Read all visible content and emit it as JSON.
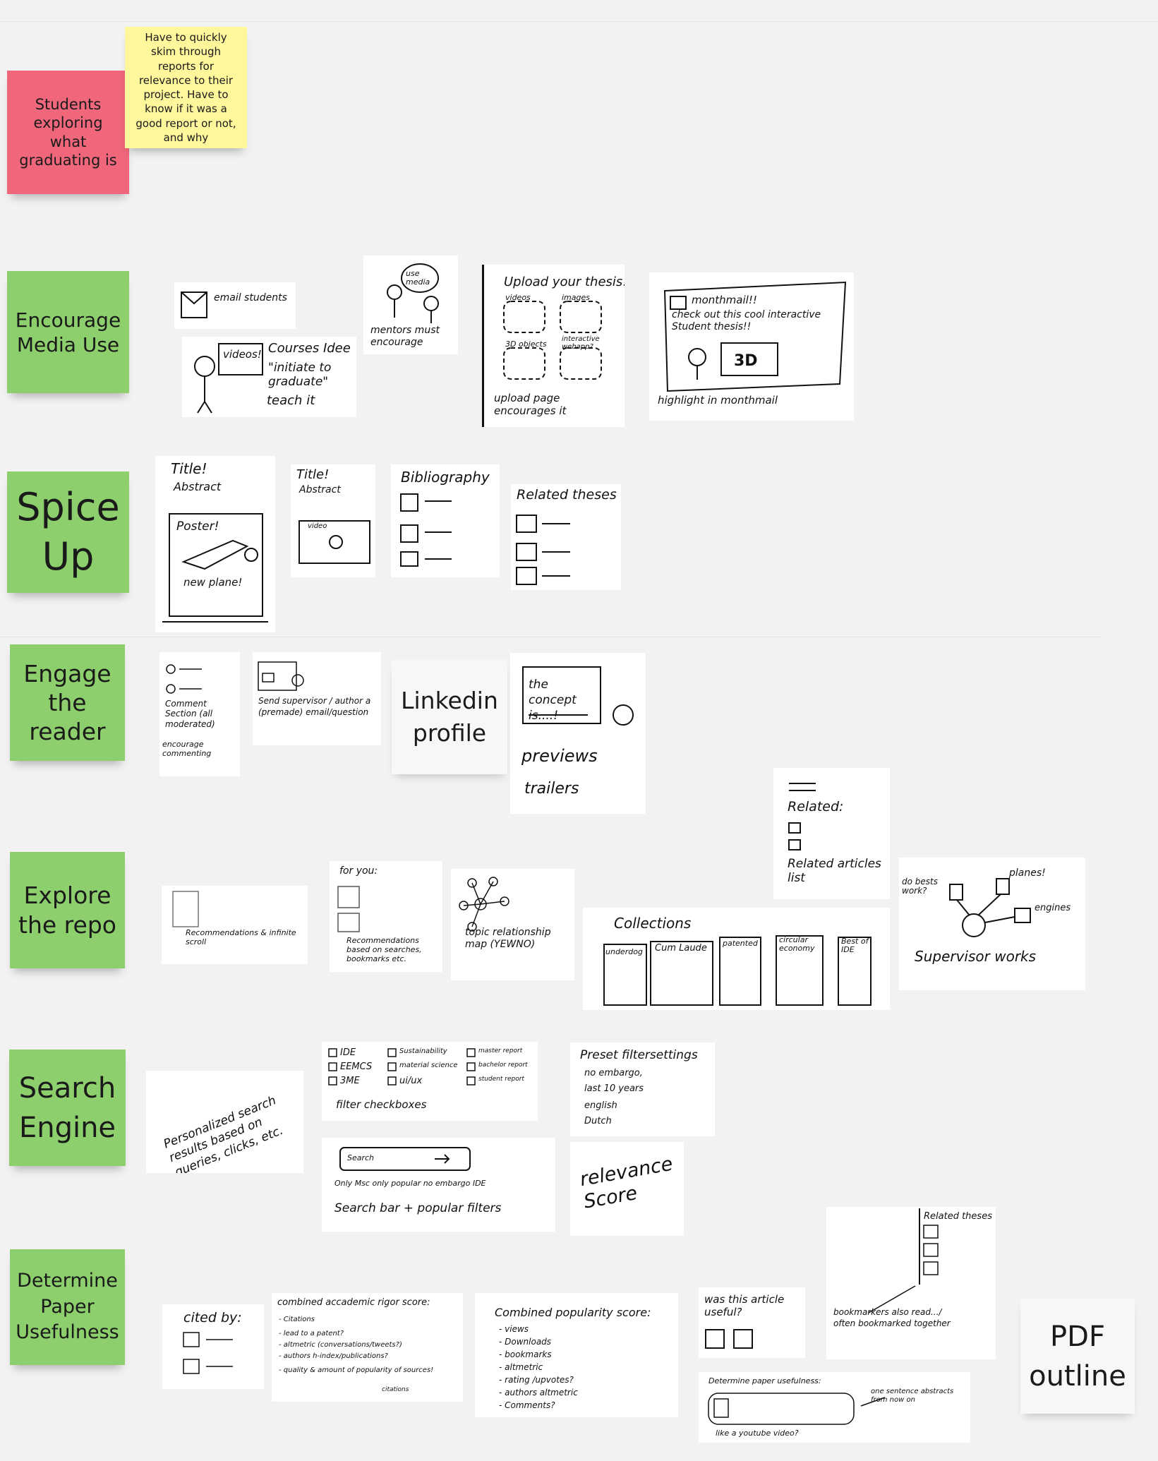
{
  "row_labels": {
    "students": "Students exploring what graduating is",
    "encourage": "Encourage Media Use",
    "spice": "Spice Up",
    "engage": "Engage the reader",
    "explore": "Explore the repo",
    "search": "Search Engine",
    "determine": "Determine Paper Usefulness"
  },
  "yellow_note": "Have to quickly skim through reports for relevance to their project. Have to know if it was a good report or not, and why",
  "white_notes": {
    "linkedin": "Linkedin profile",
    "pdf": "PDF outline"
  },
  "sketches": {
    "email_students": "email students",
    "videos": "videos!",
    "courses_idee": "Courses Idee",
    "initiate": "\"initiate to graduate\"",
    "teach_it": "teach it",
    "use_media": "use media",
    "mentors": "mentors must encourage",
    "upload_thesis": "Upload your thesis!",
    "videos_small": "videos",
    "images_small": "images",
    "objects_small": "3D objects",
    "interactive_small": "interactive webapp?",
    "upload_page": "upload page encourages it",
    "monthmail": "monthmail!!",
    "cool_thesis": "check out this cool interactive Student thesis!!",
    "highlight": "highlight in monthmail",
    "title1": "Title!",
    "abstract1": "Abstract",
    "poster": "Poster!",
    "new_plane": "new plane!",
    "title2": "Title!",
    "abstract2": "Abstract",
    "video_small": "video",
    "bibliography": "Bibliography",
    "related_theses": "Related theses",
    "comment_section": "Comment Section (all moderated)",
    "encourage_comments": "encourage commenting",
    "send_supervisor": "Send supervisor / author a (premade) email/question",
    "the_concept": "the concept is....!",
    "previews": "previews",
    "trailers": "trailers",
    "related": "Related:",
    "related_articles": "Related articles list",
    "recommendations_scroll": "Recommendations & infinite scroll",
    "for_you": "for you:",
    "recommendations_based": "Recommendations based on searches, bookmarks etc.",
    "topic_map": "topic relationship map (YEWNO)",
    "collections": "Collections",
    "col_1": "underdog",
    "col_2": "Cum Laude",
    "col_3": "patented",
    "col_4": "circular economy",
    "col_5": "Best of IDE",
    "do_bests_work": "do bests work?",
    "planes": "planes!",
    "engines": "engines",
    "supervisor_works": "Supervisor works",
    "personalized": "Personalized search results based on queries, clicks, etc.",
    "filter_checkboxes": "filter checkboxes",
    "chk_ide": "IDE",
    "chk_eemcs": "EEMCS",
    "chk_3me": "3ME",
    "chk_sustain": "Sustainability",
    "chk_material": "material science",
    "chk_uiux": "ui/ux",
    "chk_master": "master report",
    "chk_bachelor": "bachelor report",
    "chk_student": "student report",
    "preset": "Preset filtersettings",
    "p_embargo": "no embargo,",
    "p_last10": "last 10 years",
    "p_english": "english",
    "p_dutch": "Dutch",
    "search_box": "Search",
    "search_filters": "Only Msc  only popular  no embargo  IDE",
    "search_bar_caption": "Search bar + popular filters",
    "relevance": "relevance Score",
    "cited_by": "cited by:",
    "rigor_title": "combined accademic rigor score:",
    "rigor_items": [
      "- Citations",
      "- lead to a patent?",
      "- altmetric (conversations/tweets?)",
      "- authors h-index/publications?",
      "- quality & amount of popularity of sources!"
    ],
    "rigor_citations": "citations",
    "popularity_title": "Combined popularity score:",
    "popularity_items": [
      "- views",
      "- Downloads",
      "- bookmarks",
      "- altmetric",
      "- rating /upvotes?",
      "- authors altmetric",
      "- Comments?"
    ],
    "was_useful": "was this article useful?",
    "related_theses_2": "Related theses",
    "bookmarkers": "bookmarkers also read.../ often bookmarked together",
    "determine_usefulness": "Determine paper usefulness:",
    "one_sentence": "one sentence abstracts from now on",
    "youtube_video": "like a youtube video?"
  }
}
